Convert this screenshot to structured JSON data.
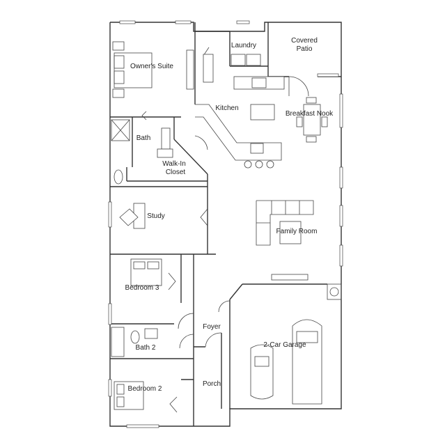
{
  "rooms": {
    "owners_suite": "Owner's Suite",
    "bath": "Bath",
    "walk_in_line1": "Walk-In",
    "walk_in_line2": "Closet",
    "laundry": "Laundry",
    "covered_patio_line1": "Covered",
    "covered_patio_line2": "Patio",
    "kitchen": "Kitchen",
    "breakfast_nook": "Breakfast Nook",
    "study": "Study",
    "family_room": "Family Room",
    "bedroom3": "Bedroom 3",
    "foyer": "Foyer",
    "bath2": "Bath 2",
    "garage": "2-Car Garage",
    "bedroom2": "Bedroom 2",
    "porch": "Porch"
  }
}
